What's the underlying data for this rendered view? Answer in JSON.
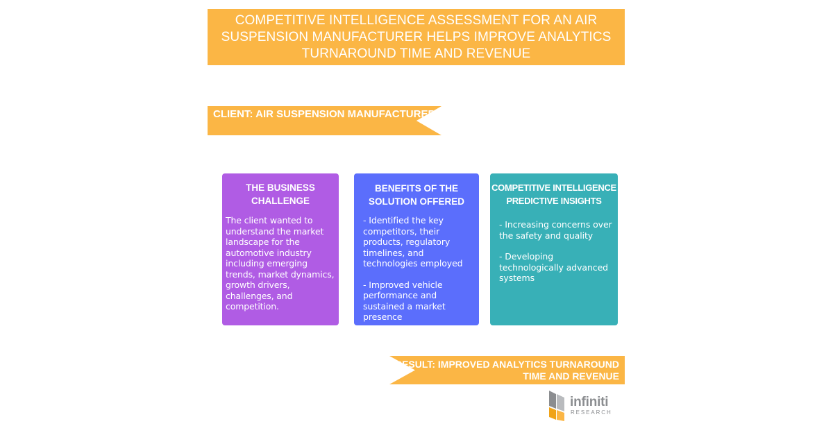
{
  "title": "COMPETITIVE INTELLIGENCE ASSESSMENT FOR AN AIR SUSPENSION MANUFACTURER HELPS IMPROVE ANALYTICS TURNAROUND TIME AND REVENUE",
  "client_label": "CLIENT: AIR SUSPENSION MANUFACTURER",
  "cards": [
    {
      "title": "THE BUSINESS CHALLENGE",
      "paragraphs": [
        "The client wanted to understand the market landscape for the automotive industry including emerging trends, market dynamics, growth drivers, challenges, and competition."
      ]
    },
    {
      "title": "BENEFITS OF THE SOLUTION OFFERED",
      "paragraphs": [
        "- Identified the key competitors, their products, regulatory timelines, and technologies employed",
        "- Improved vehicle performance and sustained a market presence"
      ]
    },
    {
      "title": "COMPETITIVE INTELLIGENCE PREDICTIVE INSIGHTS",
      "paragraphs": [
        "- Increasing concerns over the safety and quality",
        "- Developing technologically advanced systems"
      ]
    }
  ],
  "result_label": "RESULT:  IMPROVED ANALYTICS TURNAROUND TIME AND REVENUE",
  "logo": {
    "name": "infiniti",
    "sub": "RESEARCH",
    "icon": "infiniti-logo-icon"
  },
  "colors": {
    "accent_orange": "#fbb645",
    "card_purple": "#b05ce4",
    "card_blue": "#5b6efc",
    "card_teal": "#38b0b7",
    "logo_gray": "#8b8d90"
  }
}
